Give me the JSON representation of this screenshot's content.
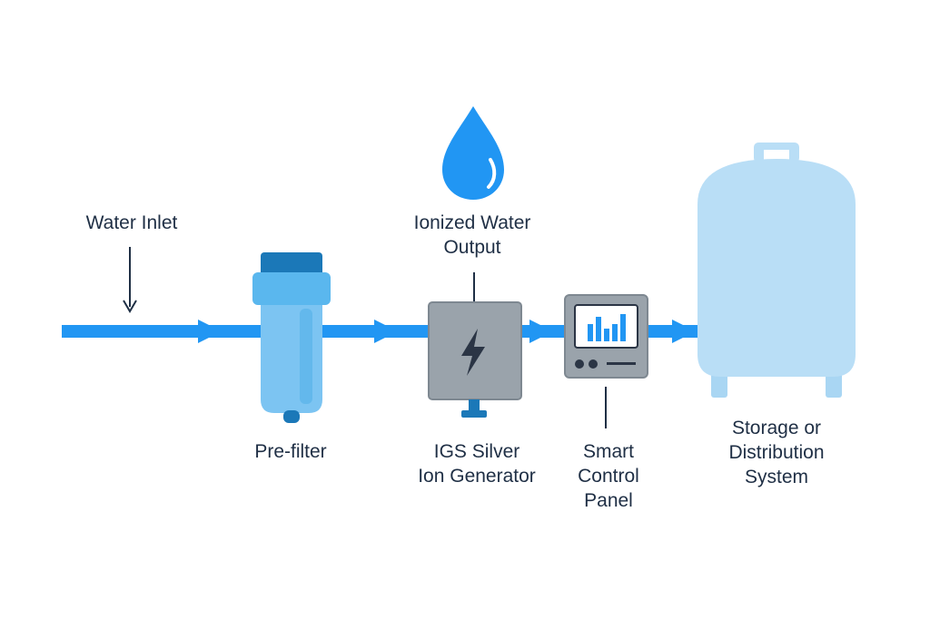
{
  "labels": {
    "water_inlet": "Water Inlet",
    "ionized_output": "Ionized Water\nOutput",
    "pre_filter": "Pre-filter",
    "igs_generator": "IGS Silver\nIon Generator",
    "smart_panel": "Smart\nControl\nPanel",
    "storage": "Storage or\nDistribution\nSystem"
  },
  "icons": {
    "droplet": "water-drop-icon",
    "lightning": "lightning-bolt-icon",
    "bar_chart": "bar-chart-icon"
  },
  "colors": {
    "pipe": "#2196f3",
    "filter_light": "#7cc4f2",
    "filter_dark": "#1b78b8",
    "generator_gray": "#9aa3ab",
    "tank": "#b9def6",
    "text": "#1f2f45"
  }
}
